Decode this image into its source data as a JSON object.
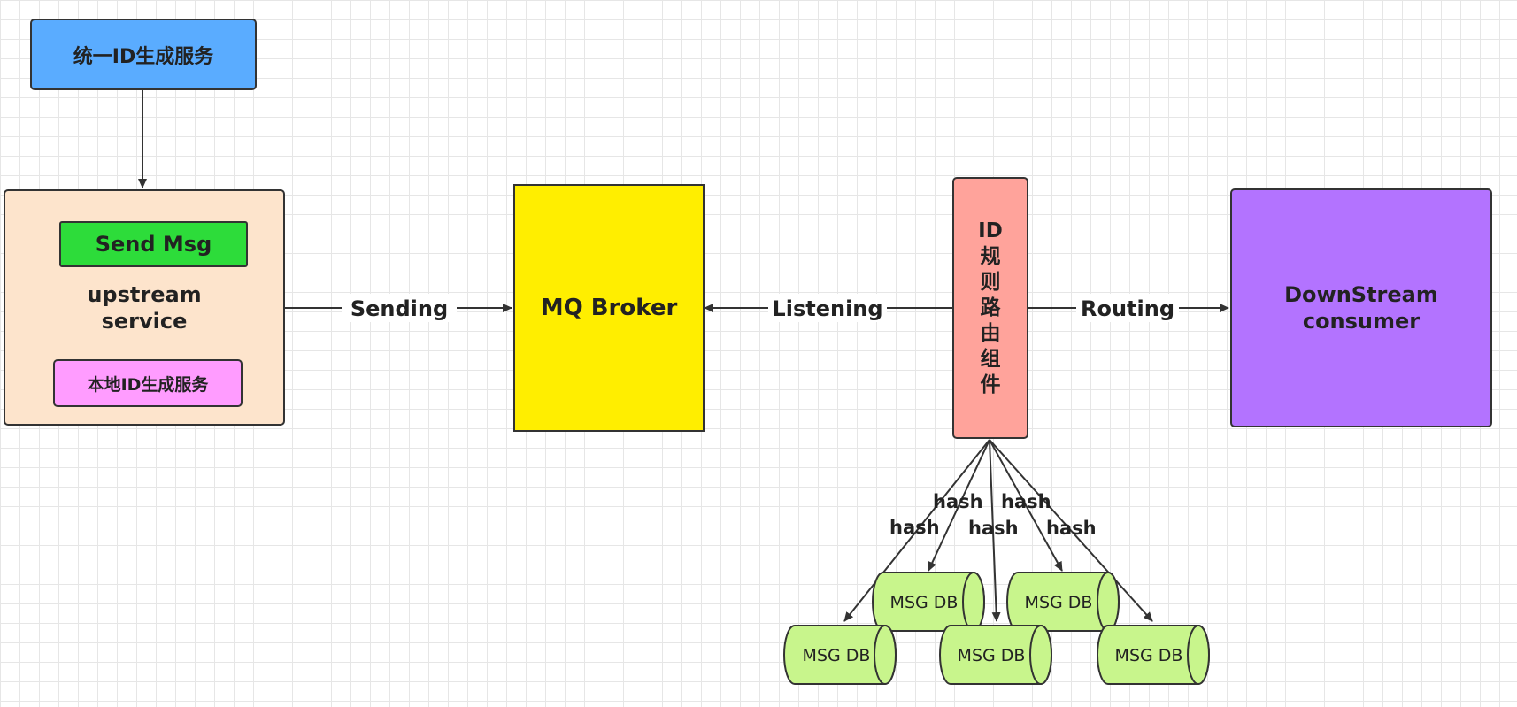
{
  "nodes": {
    "unified_id": "统一ID生成服务",
    "send_msg": "Send Msg",
    "upstream": "upstream\nservice",
    "local_id": "本地ID生成服务",
    "mq_broker": "MQ Broker",
    "router": "ID\n规\n则\n路\n由\n组\n件",
    "downstream": "DownStream\nconsumer",
    "msg_db": "MSG DB"
  },
  "edges": {
    "sending": "Sending",
    "listening": "Listening",
    "routing": "Routing",
    "hash": "hash"
  },
  "colors": {
    "unified_id": "#5aacff",
    "upstream": "#fde4cc",
    "send_msg": "#2ddc3a",
    "local_id": "#ff9cff",
    "mq_broker": "#ffee00",
    "router": "#ffa39b",
    "downstream": "#b373ff",
    "msg_db": "#c8f58c"
  }
}
